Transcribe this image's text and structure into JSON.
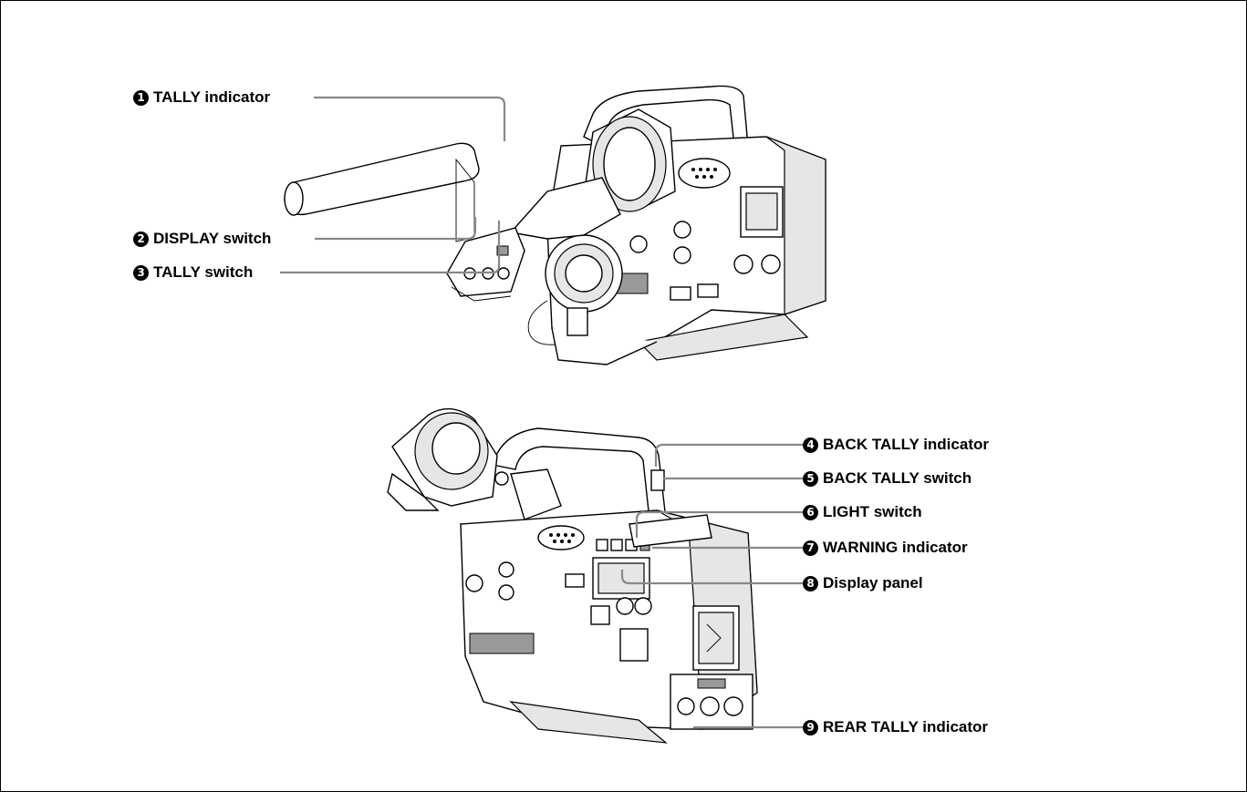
{
  "callouts": [
    {
      "num": "1",
      "label": "TALLY indicator"
    },
    {
      "num": "2",
      "label": "DISPLAY switch"
    },
    {
      "num": "3",
      "label": "TALLY switch"
    },
    {
      "num": "4",
      "label": "BACK TALLY indicator"
    },
    {
      "num": "5",
      "label": "BACK TALLY switch"
    },
    {
      "num": "6",
      "label": "LIGHT switch"
    },
    {
      "num": "7",
      "label": "WARNING indicator"
    },
    {
      "num": "8",
      "label": "Display panel"
    },
    {
      "num": "9",
      "label": "REAR TALLY indicator"
    }
  ]
}
